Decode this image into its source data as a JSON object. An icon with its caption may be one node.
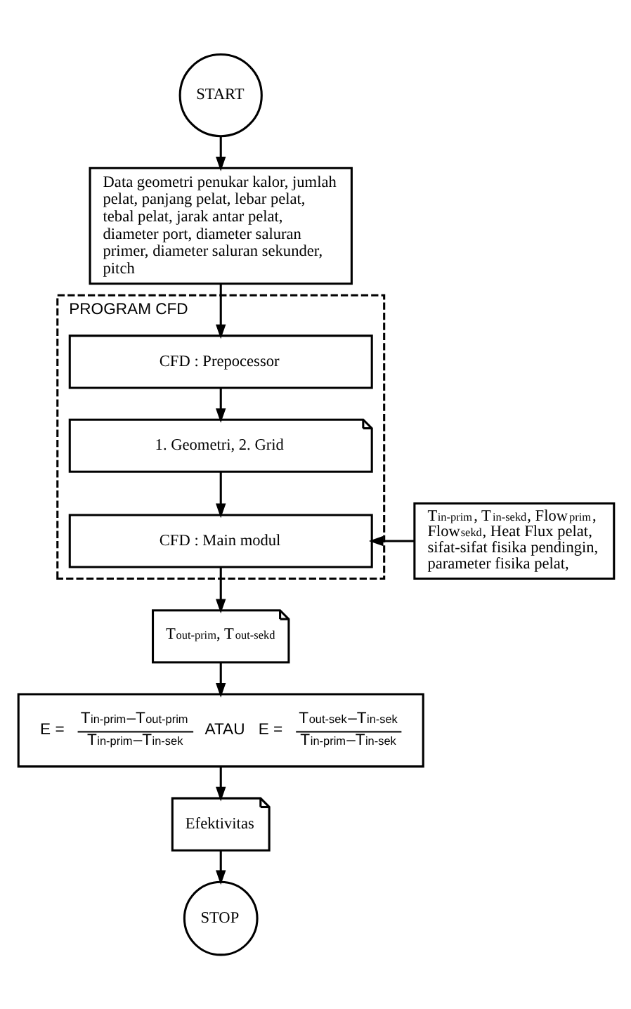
{
  "diagram": {
    "nodes": [
      {
        "text": [
          "START"
        ]
      },
      {
        "text": [
          "Data geometri penukar kalor, jumlah pelat, panjang pelat, lebar pelat, tebal pelat, jarak antar pelat, diameter port, diameter saluran primer, diameter saluran sekunder, pitch"
        ]
      },
      {
        "text": [
          "PROGRAM CFD"
        ]
      },
      {
        "text": [
          "CFD : Prepocessor"
        ],
        "in": 2
      },
      {
        "text": [
          "1. Geometri, 2. Grid"
        ],
        "in": 2
      },
      {
        "text": [
          "CFD : Main modul"
        ],
        "in": 2
      },
      {
        "text": [
          "T$_{in-prim}$, T$_{in-sekd}$, Flow$_{prim}$, Flow$_{sekd}$, Heat Flux pelat, sifat-sifat fisika pendingin, parameter fisika pelat,"
        ]
      },
      {
        "text": [
          "T$_{out-prim}$, T$_{out-sekd}$"
        ]
      },
      {
        "text": [
          "E =",
          "T$_{in-prim}$–T$_{out-prim}$",
          "T$_{in-prim}$–T$_{in-sek}$",
          "ATAU",
          "E =",
          "T$_{out-sek}$–T$_{in-sek}$",
          "T$_{in-prim}$–T$_{in-sek}$"
        ]
      },
      {
        "text": [
          "Efektivitas"
        ]
      },
      {
        "text": [
          "STOP"
        ]
      }
    ],
    "edges": [
      {
        "from": 0,
        "to": 1,
        "arrow": "to"
      },
      {
        "from": 1,
        "to": 3,
        "arrow": "to"
      },
      {
        "from": 3,
        "to": 4,
        "arrow": "to"
      },
      {
        "from": 4,
        "to": 5,
        "arrow": "to"
      },
      {
        "from": 6,
        "to": 5,
        "arrow": "to"
      },
      {
        "from": 5,
        "to": 7,
        "arrow": "to"
      },
      {
        "from": 7,
        "to": 8,
        "arrow": "to"
      },
      {
        "from": 8,
        "to": 9,
        "arrow": "to"
      },
      {
        "from": 9,
        "to": 10,
        "arrow": "to"
      }
    ]
  }
}
